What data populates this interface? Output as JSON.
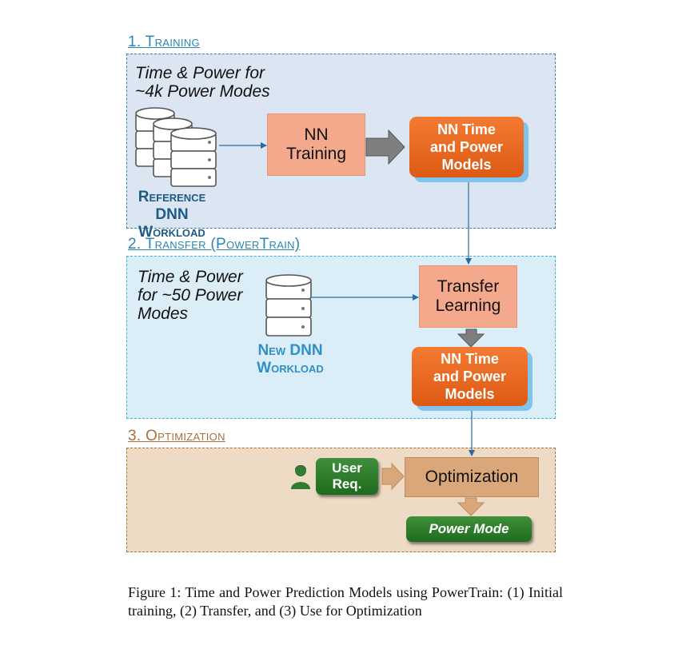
{
  "sections": {
    "training": {
      "title": "1. Training"
    },
    "transfer": {
      "title": "2. Transfer (PowerTrain)"
    },
    "optimization": {
      "title": "3. Optimization"
    }
  },
  "training": {
    "data_label": "Time & Power for\n~4k Power Modes",
    "workload_label": "Reference DNN\nWorkload",
    "nn_training_label": "NN\nTraining",
    "model_label": "NN Time\nand Power\nModels"
  },
  "transfer": {
    "data_label": "Time & Power\nfor ~50 Power\nModes",
    "workload_label": "New DNN\nWorkload",
    "transfer_label": "Transfer\nLearning",
    "model_label": "NN Time\nand Power\nModels"
  },
  "optimization": {
    "user_req_label": "User\nReq.",
    "optimization_label": "Optimization",
    "power_mode_label": "Power Mode"
  },
  "caption": "Figure 1: Time and Power Prediction Models using PowerTrain: (1) Initial training, (2) Transfer, and (3) Use for Optimization",
  "colors": {
    "training_panel": "#dce6f2",
    "transfer_panel": "#dbeef8",
    "optimization_panel": "#eedbc6",
    "section_title_blue": "#2a86b3",
    "section_title_brown": "#a8713b",
    "workload_navy": "#1d5a84",
    "workload_blue": "#2f8fc6",
    "arrow_blue": "#2a6aa0"
  }
}
